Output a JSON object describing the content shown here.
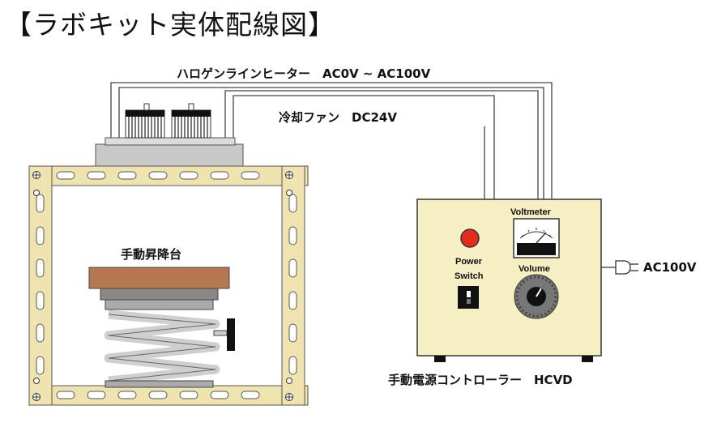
{
  "title": "【ラボキット実体配線図】",
  "labels": {
    "heater": "ハロゲンラインヒーター　AC0V ~ AC100V",
    "fan": "冷却ファン　DC24V",
    "lift": "手動昇降台",
    "controller": "手動電源コントローラー　HCVD",
    "ac_input": "AC100V"
  },
  "panel": {
    "voltmeter": "Voltmeter",
    "power_switch_line1": "Power",
    "power_switch_line2": "Switch",
    "volume": "Volume"
  },
  "colors": {
    "frame": "#efe3b0",
    "controller_body": "#f5efc3",
    "lift_top": "#b57850",
    "power_lamp": "#e52a1e"
  }
}
